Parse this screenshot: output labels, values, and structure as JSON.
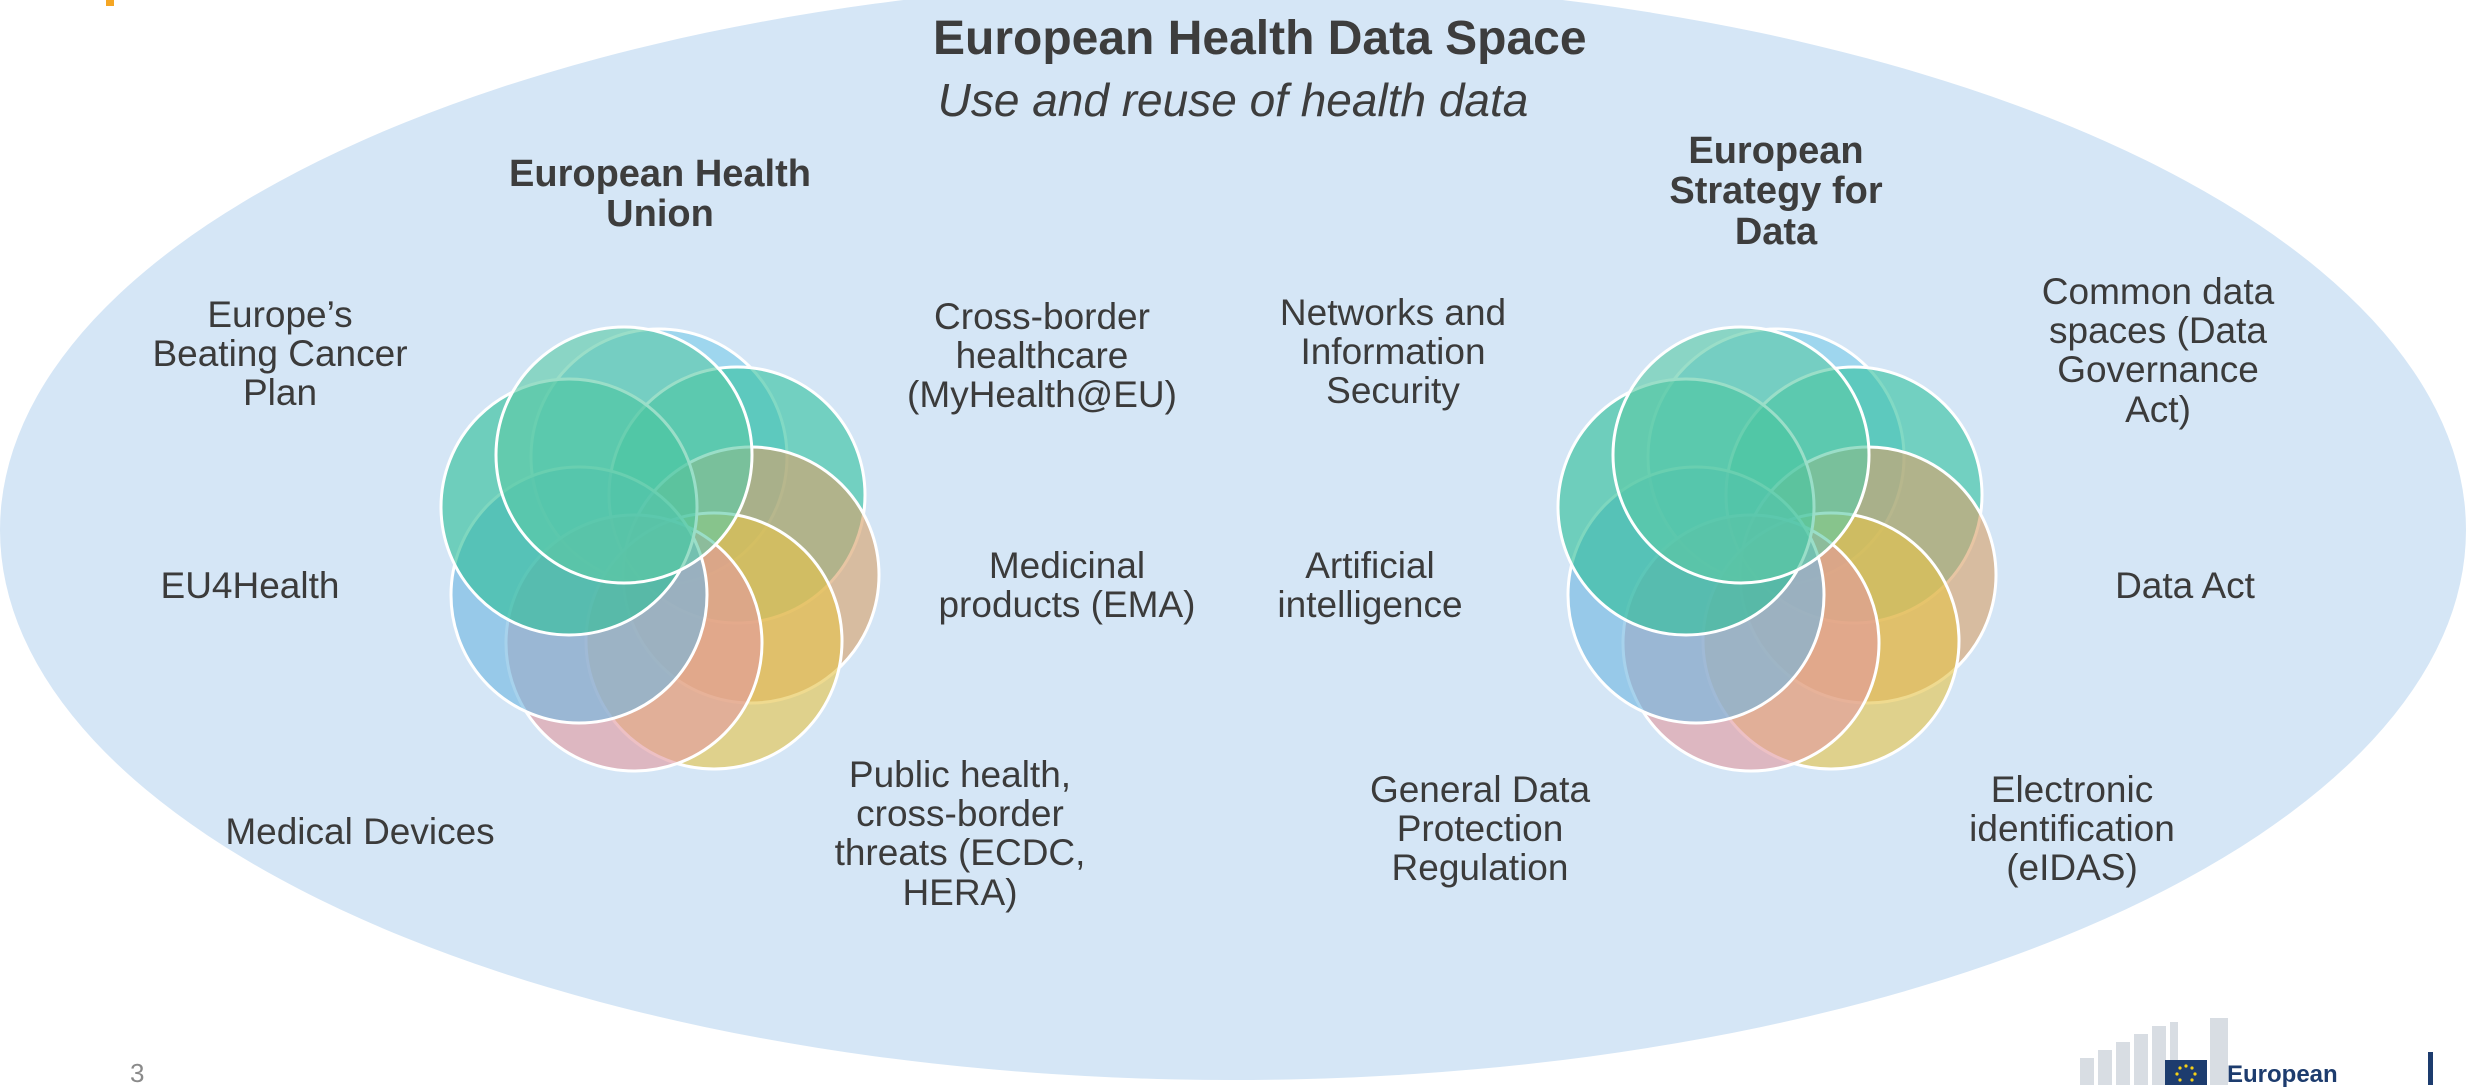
{
  "header": {
    "title": "European Health Data Space",
    "subtitle": "Use and reuse of health data"
  },
  "left_cluster": {
    "heading": "European Health\nUnion",
    "items": [
      "Europe’s\nBeating Cancer\nPlan",
      "EU4Health",
      "Medical Devices",
      "Cross-border\nhealthcare\n(MyHealth@EU)",
      "Medicinal\nproducts (EMA)",
      "Public health,\ncross-border\nthreats (ECDC,\nHERA)"
    ]
  },
  "right_cluster": {
    "heading": "European\nStrategy for\nData",
    "items": [
      "Networks and\nInformation\nSecurity",
      "Artificial\nintelligence",
      "General Data\nProtection\nRegulation",
      "Common data\nspaces (Data\nGovernance\nAct)",
      "Data Act",
      "Electronic\nidentification\n(eIDAS)"
    ]
  },
  "footer": {
    "page_number": "3",
    "logo_text": "European"
  },
  "colors": {
    "ellipse": "#d5e6f6",
    "text": "#3d3d3d",
    "accent": "#f5a623",
    "petals": [
      "#7ccbe8",
      "#35c2a0",
      "#d9a16b",
      "#e5c44a",
      "#e29aa0",
      "#71b6e0",
      "#2fbf98",
      "#5cc9a6"
    ]
  }
}
